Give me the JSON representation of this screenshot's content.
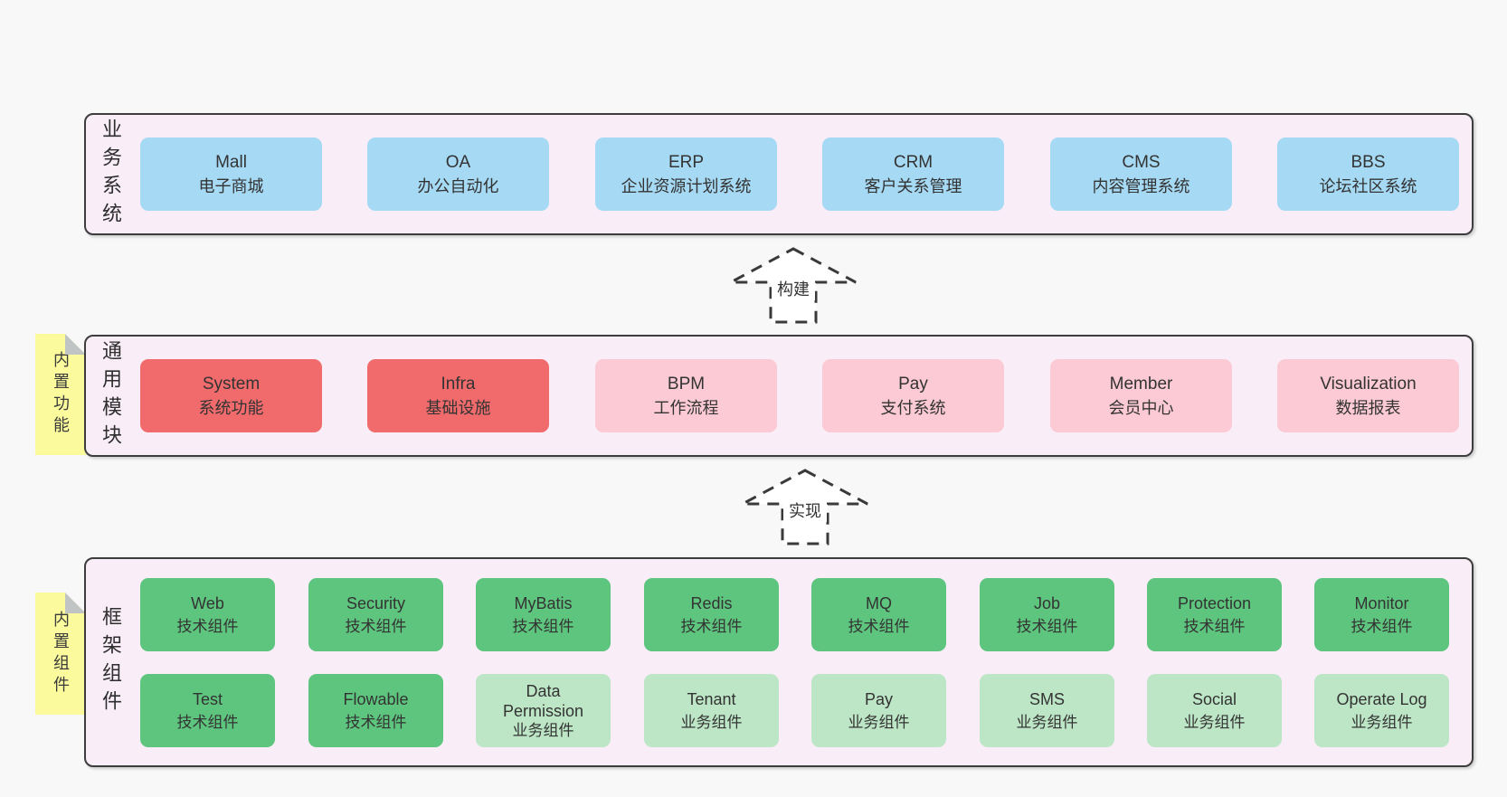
{
  "colors": {
    "page_bg": "#f8f8f8",
    "panel_bg": "#f9eef8",
    "panel_border": "#3d3d3d",
    "blue": "#a6d9f3",
    "red": "#f16b6c",
    "pink": "#fbcad4",
    "green": "#5ec57e",
    "green_light": "#bde6c6",
    "tag_yellow": "#fbfb9e",
    "fold_gray": "#c0c4c5",
    "text": "#333333"
  },
  "arrows": [
    {
      "label": "构建"
    },
    {
      "label": "实现"
    }
  ],
  "tags": [
    {
      "label": "内置功能"
    },
    {
      "label": "内置组件"
    }
  ],
  "layers": [
    {
      "label": "业务系统",
      "boxes": [
        {
          "title": "Mall",
          "subtitle": "电子商城",
          "color": "#a6d9f3"
        },
        {
          "title": "OA",
          "subtitle": "办公自动化",
          "color": "#a6d9f3"
        },
        {
          "title": "ERP",
          "subtitle": "企业资源计划系统",
          "color": "#a6d9f3"
        },
        {
          "title": "CRM",
          "subtitle": "客户关系管理",
          "color": "#a6d9f3"
        },
        {
          "title": "CMS",
          "subtitle": "内容管理系统",
          "color": "#a6d9f3"
        },
        {
          "title": "BBS",
          "subtitle": "论坛社区系统",
          "color": "#a6d9f3"
        }
      ]
    },
    {
      "label": "通用模块",
      "boxes": [
        {
          "title": "System",
          "subtitle": "系统功能",
          "color": "#f16b6c"
        },
        {
          "title": "Infra",
          "subtitle": "基础设施",
          "color": "#f16b6c"
        },
        {
          "title": "BPM",
          "subtitle": "工作流程",
          "color": "#fbcad4"
        },
        {
          "title": "Pay",
          "subtitle": "支付系统",
          "color": "#fbcad4"
        },
        {
          "title": "Member",
          "subtitle": "会员中心",
          "color": "#fbcad4"
        },
        {
          "title": "Visualization",
          "subtitle": "数据报表",
          "color": "#fbcad4"
        }
      ]
    },
    {
      "label": "框架组件",
      "rows": [
        [
          {
            "title": "Web",
            "subtitle": "技术组件",
            "color": "#5ec57e"
          },
          {
            "title": "Security",
            "subtitle": "技术组件",
            "color": "#5ec57e"
          },
          {
            "title": "MyBatis",
            "subtitle": "技术组件",
            "color": "#5ec57e"
          },
          {
            "title": "Redis",
            "subtitle": "技术组件",
            "color": "#5ec57e"
          },
          {
            "title": "MQ",
            "subtitle": "技术组件",
            "color": "#5ec57e"
          },
          {
            "title": "Job",
            "subtitle": "技术组件",
            "color": "#5ec57e"
          },
          {
            "title": "Protection",
            "subtitle": "技术组件",
            "color": "#5ec57e"
          },
          {
            "title": "Monitor",
            "subtitle": "技术组件",
            "color": "#5ec57e"
          }
        ],
        [
          {
            "title": "Test",
            "subtitle": "技术组件",
            "color": "#5ec57e"
          },
          {
            "title": "Flowable",
            "subtitle": "技术组件",
            "color": "#5ec57e"
          },
          {
            "title": "Data Permission",
            "subtitle": "业务组件",
            "color": "#bde6c6"
          },
          {
            "title": "Tenant",
            "subtitle": "业务组件",
            "color": "#bde6c6"
          },
          {
            "title": "Pay",
            "subtitle": "业务组件",
            "color": "#bde6c6"
          },
          {
            "title": "SMS",
            "subtitle": "业务组件",
            "color": "#bde6c6"
          },
          {
            "title": "Social",
            "subtitle": "业务组件",
            "color": "#bde6c6"
          },
          {
            "title": "Operate Log",
            "subtitle": "业务组件",
            "color": "#bde6c6"
          }
        ]
      ]
    }
  ]
}
